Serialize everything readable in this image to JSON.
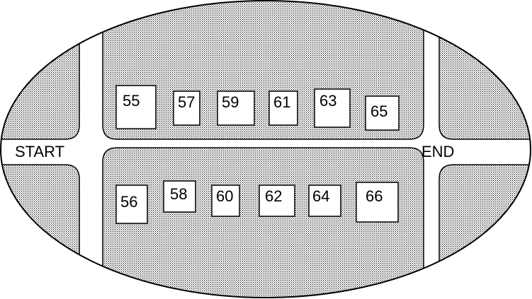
{
  "labels": {
    "start": "START",
    "end": "END"
  },
  "houses": {
    "north_side": [
      "55",
      "57",
      "59",
      "61",
      "63",
      "65"
    ],
    "south_side": [
      "56",
      "58",
      "60",
      "62",
      "64",
      "66"
    ]
  },
  "colors": {
    "block_dot": "#000000",
    "block_background": "#ffffff",
    "road": "#ffffff",
    "outline": "#000000"
  }
}
